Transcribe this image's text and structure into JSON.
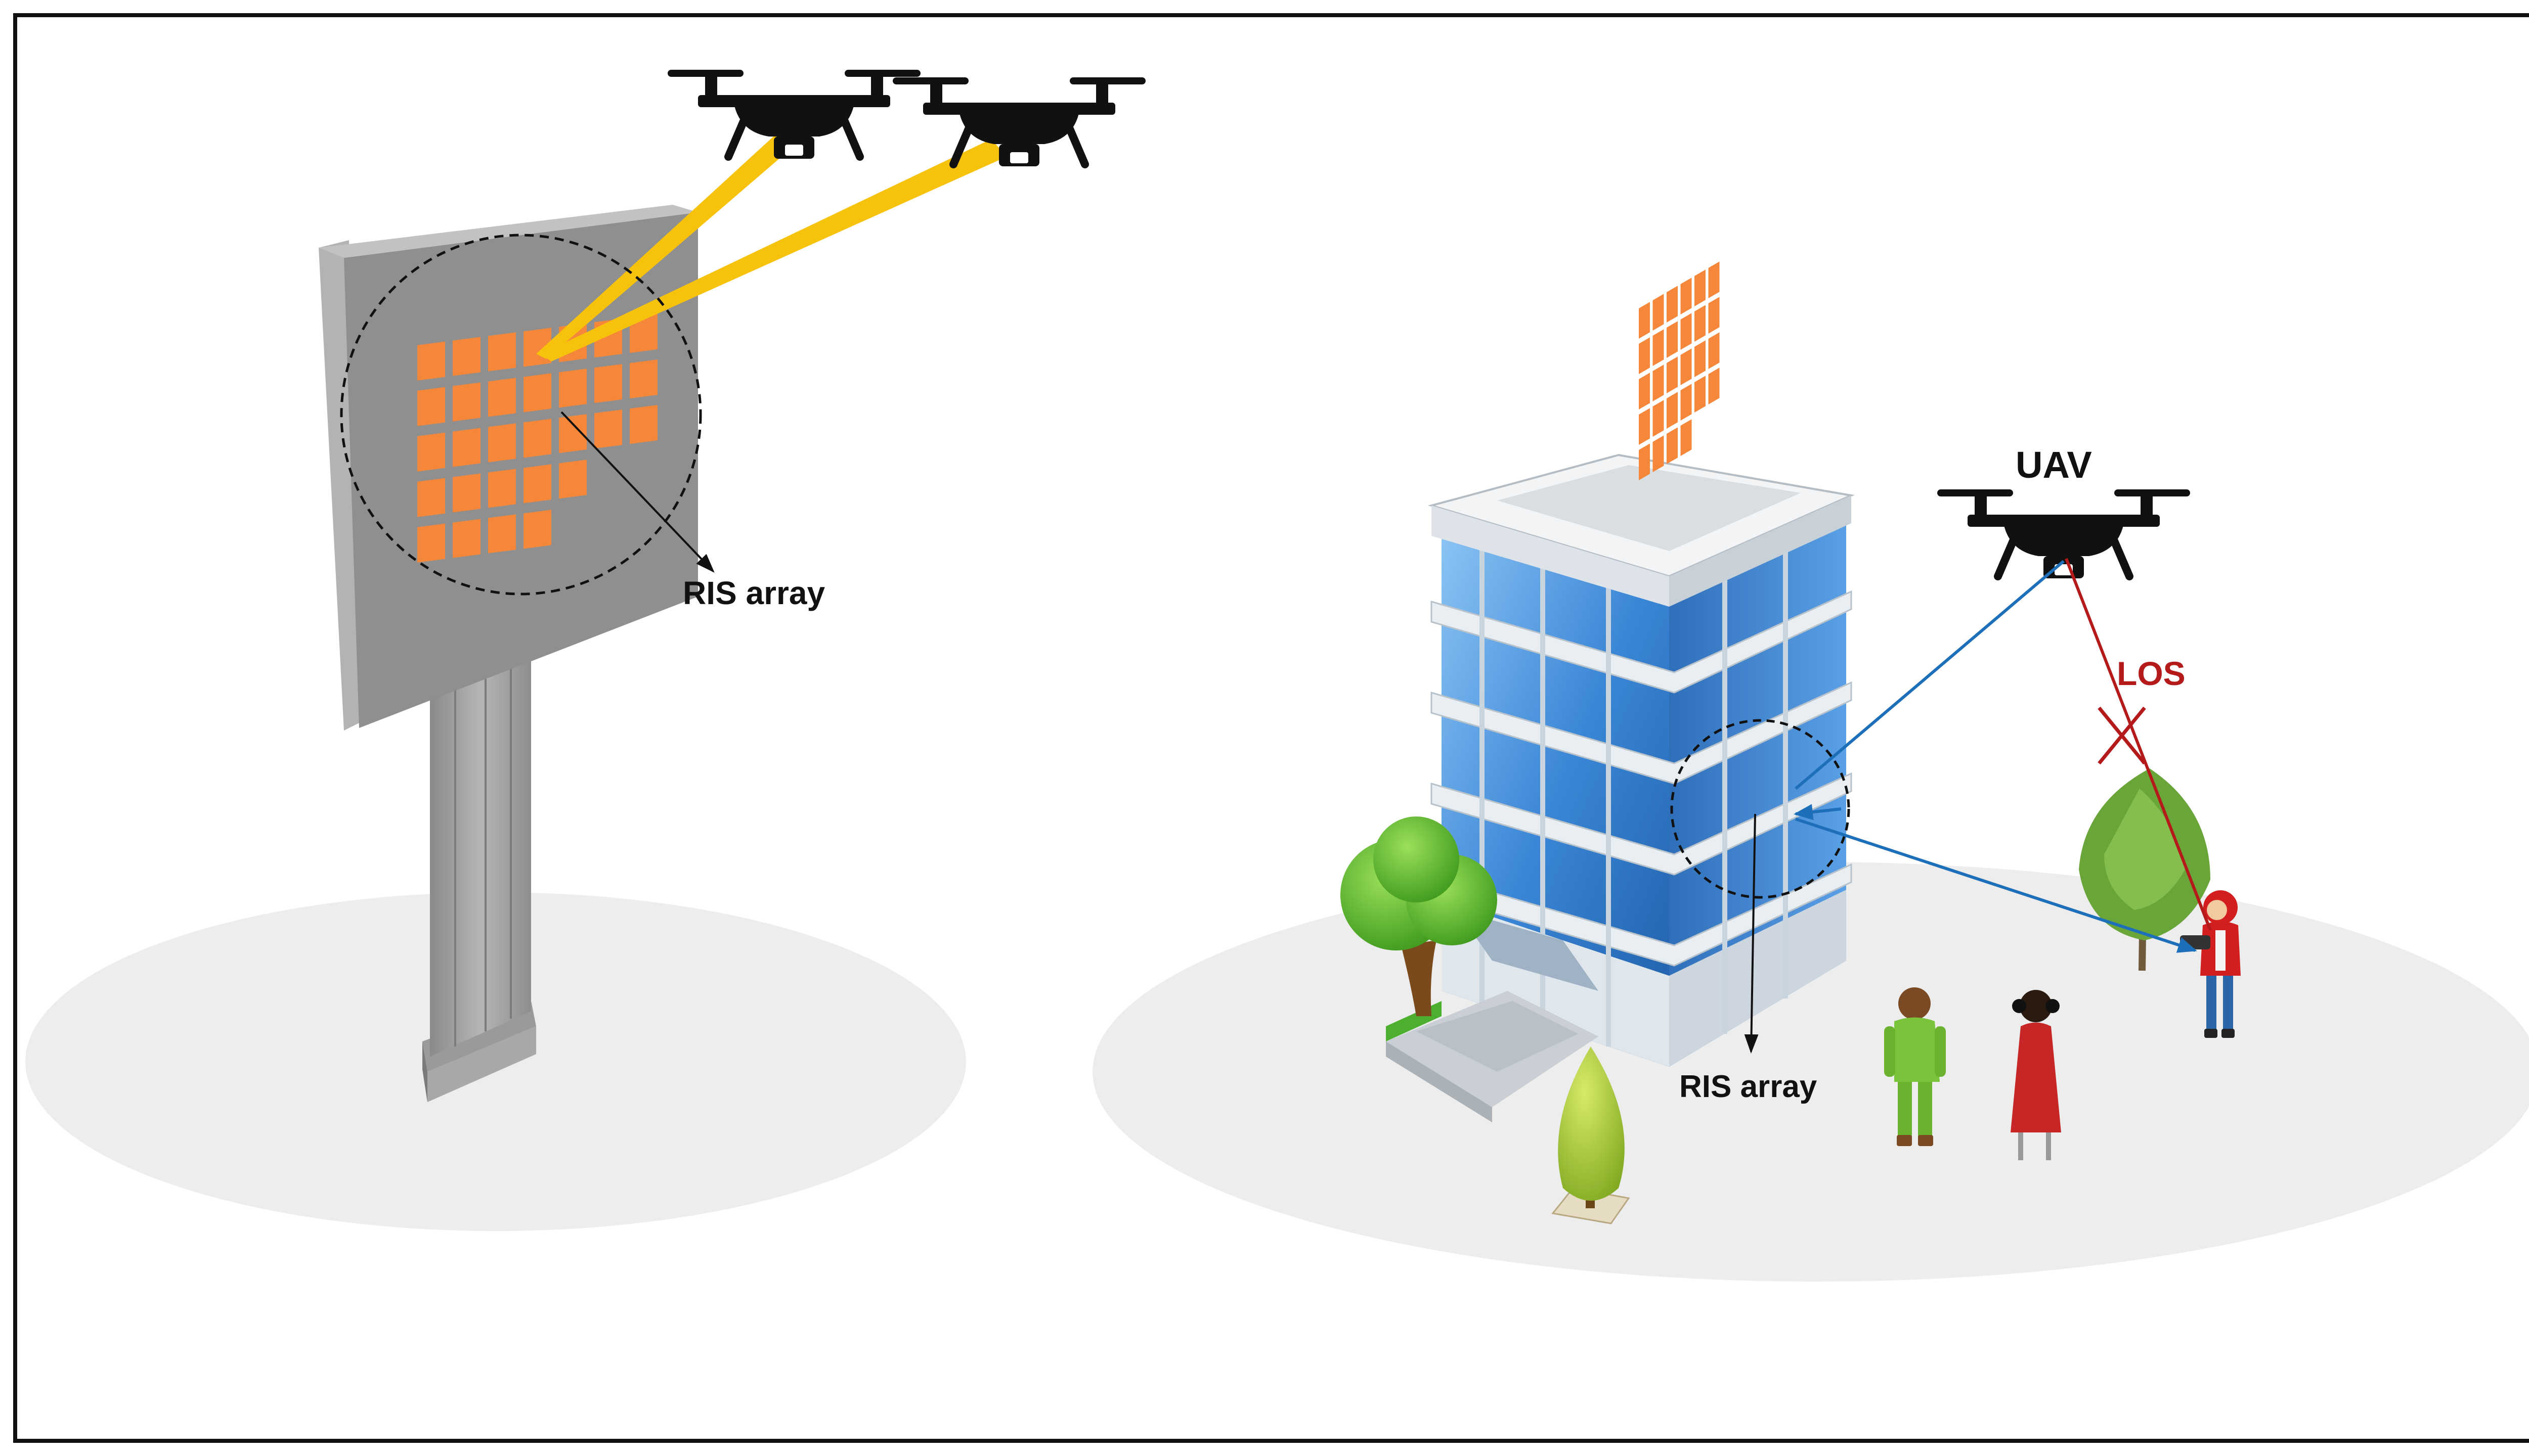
{
  "labels": {
    "ris_left": "RIS array",
    "ris_right": "RIS array",
    "uav": "UAV",
    "los": "LOS"
  },
  "colors": {
    "frame": "#111111",
    "ground": "#ededed",
    "ris_element": "#f4873a",
    "beam": "#f7c20c",
    "link": "#1c6fb8",
    "los": "#b51a1a",
    "billboard": "#9e9e9e",
    "glass": "#4a90d9",
    "foliage": "#5db82c"
  },
  "icons": [
    "drone-icon",
    "building-icon",
    "tree-icon",
    "person-icon",
    "billboard-icon"
  ]
}
